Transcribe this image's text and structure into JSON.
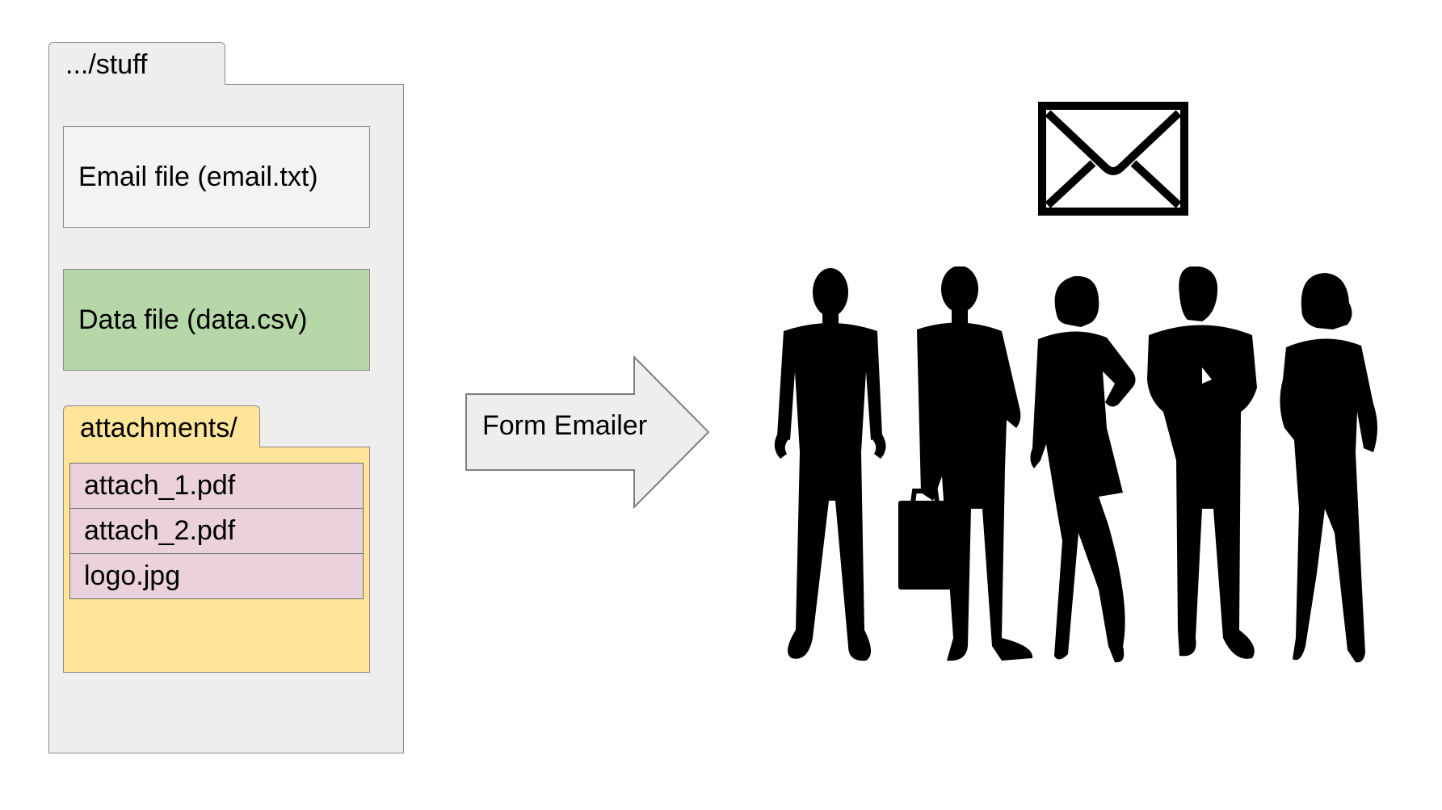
{
  "folder": {
    "name": ".../stuff",
    "files": {
      "email": "Email file (email.txt)",
      "data": "Data file (data.csv)"
    },
    "attachments": {
      "name": "attachments/",
      "items": [
        "attach_1.pdf",
        "attach_2.pdf",
        "logo.jpg"
      ]
    }
  },
  "process": {
    "label": "Form Emailer"
  },
  "icons": {
    "envelope": "envelope-icon",
    "recipients": "people-silhouettes-icon"
  },
  "colors": {
    "folder_fill": "#eeeeee",
    "email_fill": "#f3f3f3",
    "data_fill": "#b6d7a8",
    "attachments_fill": "#ffe599",
    "attachment_item_fill": "#ead1dc",
    "silhouette": "#000000"
  }
}
